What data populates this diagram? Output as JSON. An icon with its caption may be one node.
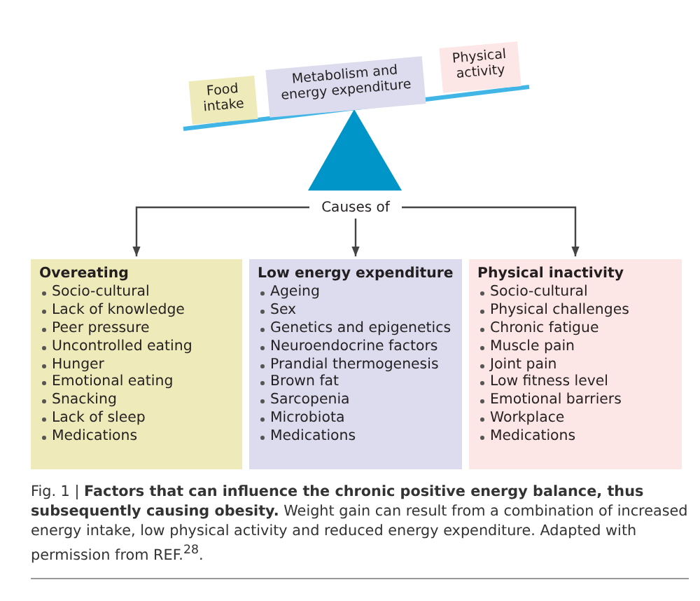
{
  "diagram": {
    "nodes": [
      {
        "text": [
          "Food intake"
        ]
      },
      {
        "text": [
          "Metabolism and energy expenditure"
        ]
      },
      {
        "text": [
          "Physical activity"
        ]
      },
      {
        "text": [
          "Causes of"
        ]
      },
      {
        "text": [
          "Overeating",
          "Socio-cultural",
          "Lack of knowledge",
          "Peer pressure",
          "Uncontrolled eating",
          "Hunger",
          "Emotional eating",
          "Snacking",
          "Lack of sleep",
          "Medications"
        ]
      },
      {
        "text": [
          "Low energy expenditure",
          "Ageing",
          "Sex",
          "Genetics and epigenetics",
          "Neuroendocrine factors",
          "Prandial thermogenesis",
          "Brown fat",
          "Sarcopenia",
          "Microbiota",
          "Medications"
        ]
      },
      {
        "text": [
          "Physical inactivity",
          "Socio-cultural",
          "Physical challenges",
          "Chronic fatigue",
          "Muscle pain",
          "Joint pain",
          "Low fitness level",
          "Emotional barriers",
          "Workplace",
          "Medications"
        ]
      }
    ],
    "edges": [
      {
        "from": 3,
        "to": 4,
        "arrow": "to"
      },
      {
        "from": 3,
        "to": 5,
        "arrow": "to"
      },
      {
        "from": 3,
        "to": 6,
        "arrow": "to"
      }
    ],
    "caption": "Fig. 1 | **Factors that can influence the chronic positive energy balance, thus subsequently causing obesity.** Weight gain can result from a combination of increased energy intake, low physical activity and reduced energy expenditure. Adapted with permission from REF.$^{28}$."
  }
}
